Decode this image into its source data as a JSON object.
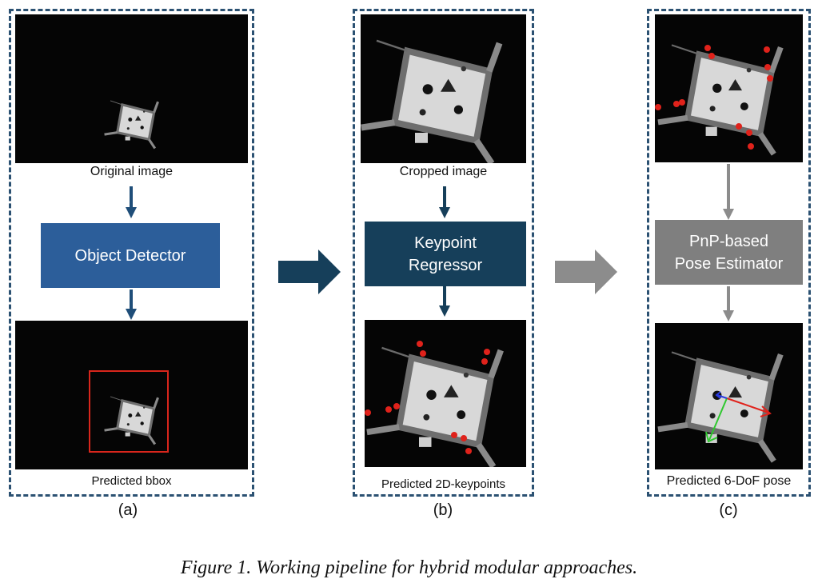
{
  "panel_a": {
    "image_top_label": "Original image",
    "box_label": "Object Detector",
    "image_bottom_label": "Predicted bbox",
    "tag": "(a)"
  },
  "panel_b": {
    "image_top_label": "Cropped image",
    "box_label_line1": "Keypoint",
    "box_label_line2": "Regressor",
    "image_bottom_label": "Predicted 2D-keypoints",
    "tag": "(b)"
  },
  "panel_c": {
    "box_label_line1": "PnP-based",
    "box_label_line2": "Pose Estimator",
    "image_bottom_label": "Predicted 6-DoF pose",
    "tag": "(c)"
  },
  "caption": "Figure 1. Working pipeline for hybrid modular approaches.",
  "colors": {
    "panel_border": "#2b5172",
    "object_detector_box": "#2c5e9a",
    "keypoint_box": "#163f5a",
    "pnp_box": "#7f7f7f",
    "arrow_blue": "#1f4e79",
    "arrow_dark": "#163f5a",
    "arrow_gray": "#8c8c8c",
    "bbox": "#d9261c",
    "keypoint": "#e0221b"
  }
}
